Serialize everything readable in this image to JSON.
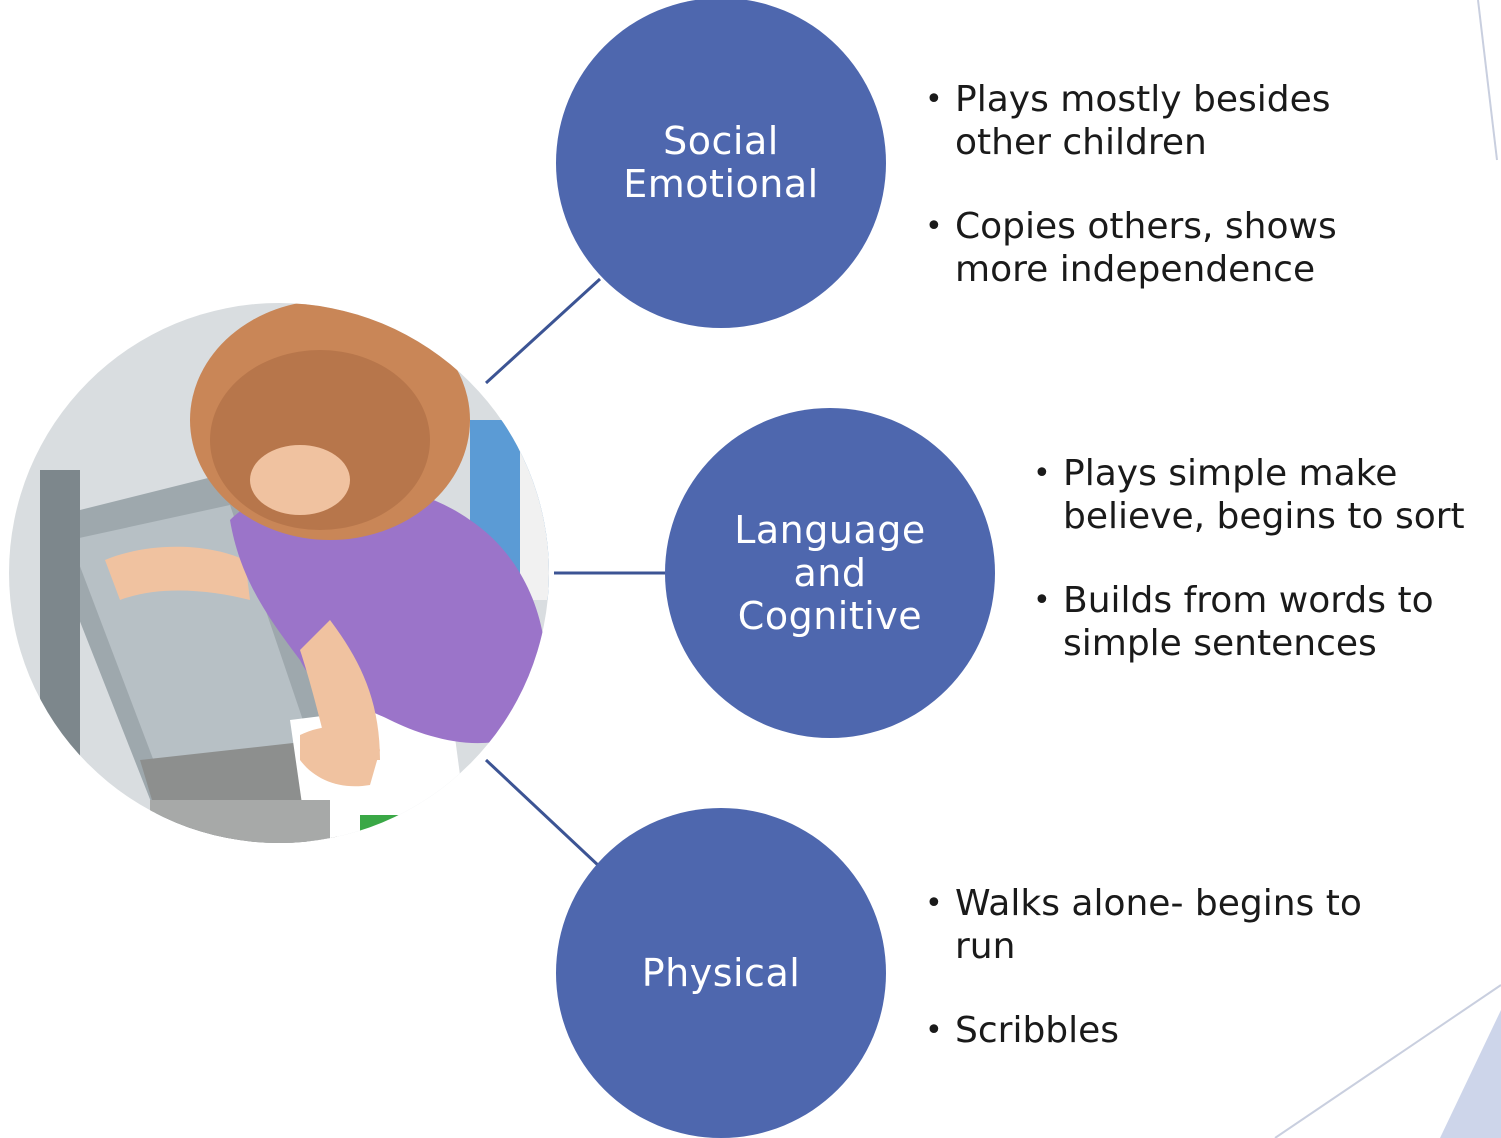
{
  "colors": {
    "hub_fill": "#4e67ae",
    "connector": "#3c5494",
    "text": "#1a1a1a",
    "corner_accent": "#cdd5ea"
  },
  "photo": {
    "description_icon": "child-photo"
  },
  "hubs": [
    {
      "label_lines": [
        "Social",
        "Emotional"
      ],
      "bullets": [
        "Plays mostly besides other children",
        "Copies others, shows more independence"
      ]
    },
    {
      "label_lines": [
        "Language",
        "and",
        "Cognitive"
      ],
      "bullets": [
        "Plays simple make believe, begins to sort",
        "Builds from words to simple sentences"
      ]
    },
    {
      "label_lines": [
        "Physical"
      ],
      "bullets": [
        "Walks alone- begins to run",
        "Scribbles"
      ]
    }
  ]
}
